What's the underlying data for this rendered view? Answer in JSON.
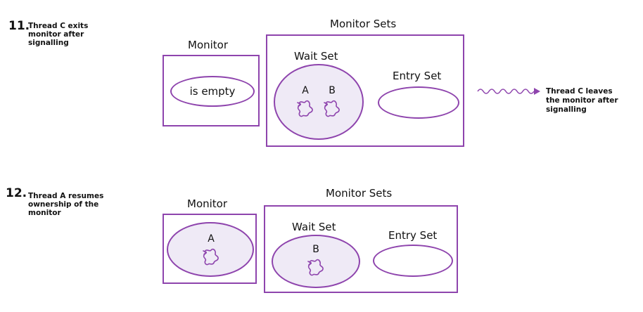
{
  "steps": [
    {
      "number": "11.",
      "caption": "Thread C exits monitor after signalling",
      "monitor": {
        "title": "Monitor",
        "content": "is empty",
        "threads": []
      },
      "monitor_sets": {
        "title": "Monitor Sets",
        "wait_set": {
          "title": "Wait Set",
          "threads": [
            "A",
            "B"
          ]
        },
        "entry_set": {
          "title": "Entry Set",
          "threads": []
        }
      },
      "exiting_thread_note": "Thread C leaves the monitor after signalling"
    },
    {
      "number": "12.",
      "caption": "Thread A resumes ownership of the monitor",
      "monitor": {
        "title": "Monitor",
        "threads": [
          "A"
        ]
      },
      "monitor_sets": {
        "title": "Monitor Sets",
        "wait_set": {
          "title": "Wait Set",
          "threads": [
            "B"
          ]
        },
        "entry_set": {
          "title": "Entry Set",
          "threads": []
        }
      }
    }
  ],
  "colors": {
    "accent": "#8e44ad",
    "fill": "#efeaf6",
    "text": "#111111"
  },
  "icons": {
    "thread": "squiggly-thread-icon",
    "exit": "wavy-arrow-icon"
  }
}
